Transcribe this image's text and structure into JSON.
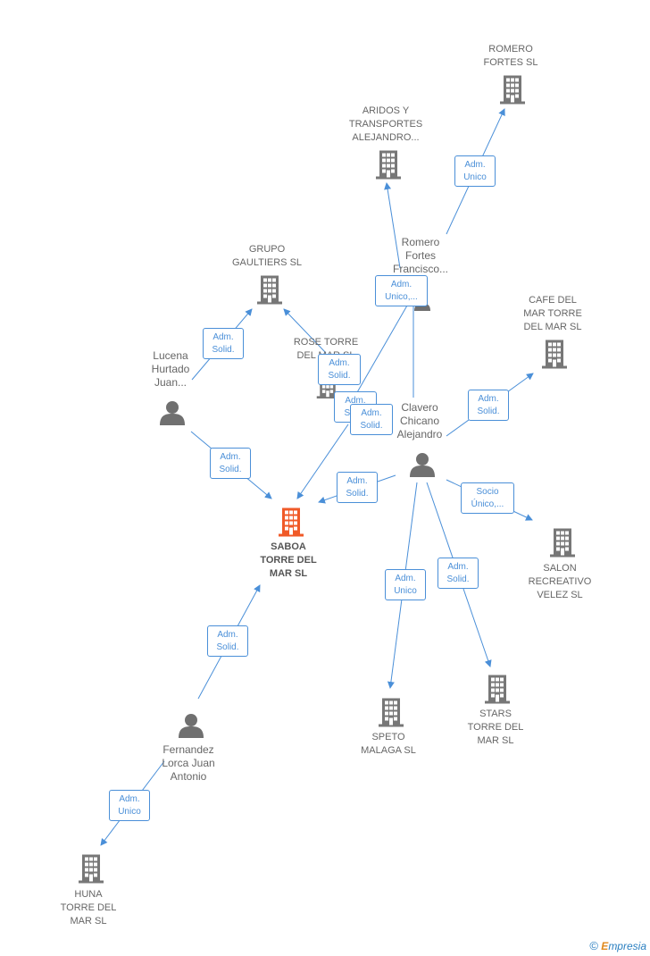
{
  "colors": {
    "edge": "#4a8fd8",
    "company": "#777777",
    "main_company": "#f05a28",
    "person": "#707070"
  },
  "nodes": {
    "romero_fortes_sl": [
      "ROMERO",
      "FORTES SL"
    ],
    "aridos": [
      "ARIDOS Y",
      "TRANSPORTES",
      "ALEJANDRO..."
    ],
    "romero_fortes_francisco": [
      "Romero",
      "Fortes",
      "Francisco..."
    ],
    "grupo_gaultiers": [
      "GRUPO",
      "GAULTIERS SL"
    ],
    "cafe_del_mar": [
      "CAFE DEL",
      "MAR TORRE",
      "DEL MAR  SL"
    ],
    "rose_torre": [
      "ROSE TORRE",
      "DEL MAR SL"
    ],
    "lucena": [
      "Lucena",
      "Hurtado",
      "Juan..."
    ],
    "clavero": [
      "Clavero",
      "Chicano",
      "Alejandro"
    ],
    "saboa": [
      "SABOA",
      "TORRE DEL",
      "MAR SL"
    ],
    "salon": [
      "SALON",
      "RECREATIVO",
      "VELEZ SL"
    ],
    "stars": [
      "STARS",
      "TORRE DEL",
      "MAR  SL"
    ],
    "speto": [
      "SPETO",
      "MALAGA  SL"
    ],
    "fernandez": [
      "Fernandez",
      "Lorca Juan",
      "Antonio"
    ],
    "huna": [
      "HUNA",
      "TORRE DEL",
      "MAR  SL"
    ]
  },
  "edges": {
    "e1": [
      "Adm.",
      "Unico"
    ],
    "e2": [
      "Adm.",
      "Unico,..."
    ],
    "e3": [
      "Adm.",
      "Solid."
    ],
    "e4": [
      "Adm.",
      "Solid."
    ],
    "e5": [
      "Adm.",
      "Solid."
    ],
    "e6": [
      "Adm.",
      "Solid."
    ],
    "e7": [
      "Adm.",
      "Solid."
    ],
    "e8": [
      "Adm.",
      "Solid."
    ],
    "e9": [
      "Adm.",
      "Solid."
    ],
    "e10": [
      "Socio",
      "Único,..."
    ],
    "e11": [
      "Adm.",
      "Unico"
    ],
    "e12": [
      "Adm.",
      "Solid."
    ],
    "e13": [
      "Adm.",
      "Solid."
    ],
    "e14": [
      "Adm.",
      "Unico"
    ]
  },
  "footer": {
    "copyright_symbol": "©",
    "brand_first": "E",
    "brand_rest": "mpresia"
  }
}
